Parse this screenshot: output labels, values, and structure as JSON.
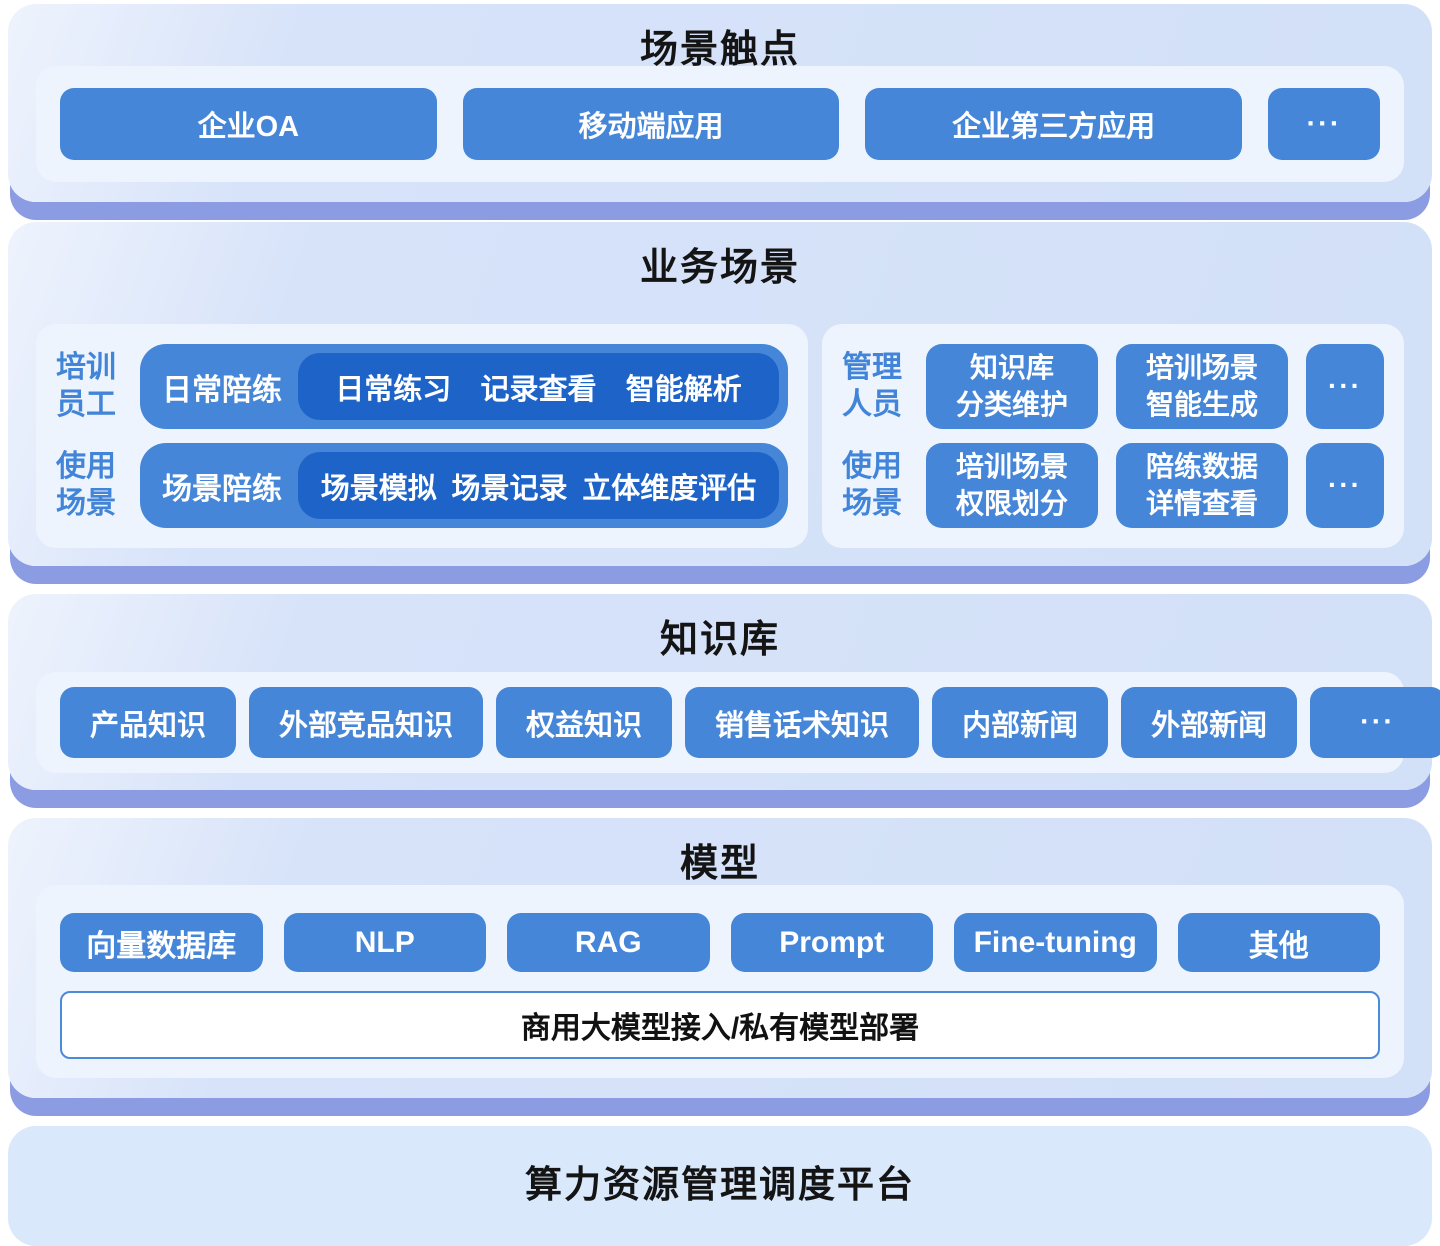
{
  "colors": {
    "panel_bg": "#d4e1f8",
    "tray_bg": "#edf4fe",
    "block_blue": "#4686d8",
    "dark_pill_blue": "#1e63c8",
    "shadow_band": "#8c9ce2",
    "label_blue": "#4285d8",
    "title_color": "#141414",
    "bottom_panel_bg": "#d9e8fb"
  },
  "sections": {
    "touchpoints": {
      "title": "场景触点",
      "buttons": [
        "企业OA",
        "移动端应用",
        "企业第三方应用"
      ],
      "more_label": "···"
    },
    "business": {
      "title": "业务场景",
      "left": {
        "rows": [
          {
            "label_lines": [
              "培训",
              "员工"
            ],
            "pill_label": "日常陪练",
            "items": [
              "日常练习",
              "记录查看",
              "智能解析"
            ]
          },
          {
            "label_lines": [
              "使用",
              "场景"
            ],
            "pill_label": "场景陪练",
            "items": [
              "场景模拟",
              "场景记录",
              "立体维度评估"
            ]
          }
        ]
      },
      "right": {
        "rows": [
          {
            "label_lines": [
              "管理",
              "人员"
            ],
            "boxes": [
              [
                "知识库",
                "分类维护"
              ],
              [
                "培训场景",
                "智能生成"
              ]
            ],
            "more_label": "···"
          },
          {
            "label_lines": [
              "使用",
              "场景"
            ],
            "boxes": [
              [
                "培训场景",
                "权限划分"
              ],
              [
                "陪练数据",
                "详情查看"
              ]
            ],
            "more_label": "···"
          }
        ]
      }
    },
    "knowledge": {
      "title": "知识库",
      "buttons": [
        "产品知识",
        "外部竞品知识",
        "权益知识",
        "销售话术知识",
        "内部新闻",
        "外部新闻"
      ],
      "more_label": "···"
    },
    "model": {
      "title": "模型",
      "buttons": [
        "向量数据库",
        "NLP",
        "RAG",
        "Prompt",
        "Fine-tuning",
        "其他"
      ],
      "bar_label": "商用大模型接入/私有模型部署"
    },
    "platform": {
      "title": "算力资源管理调度平台"
    }
  }
}
